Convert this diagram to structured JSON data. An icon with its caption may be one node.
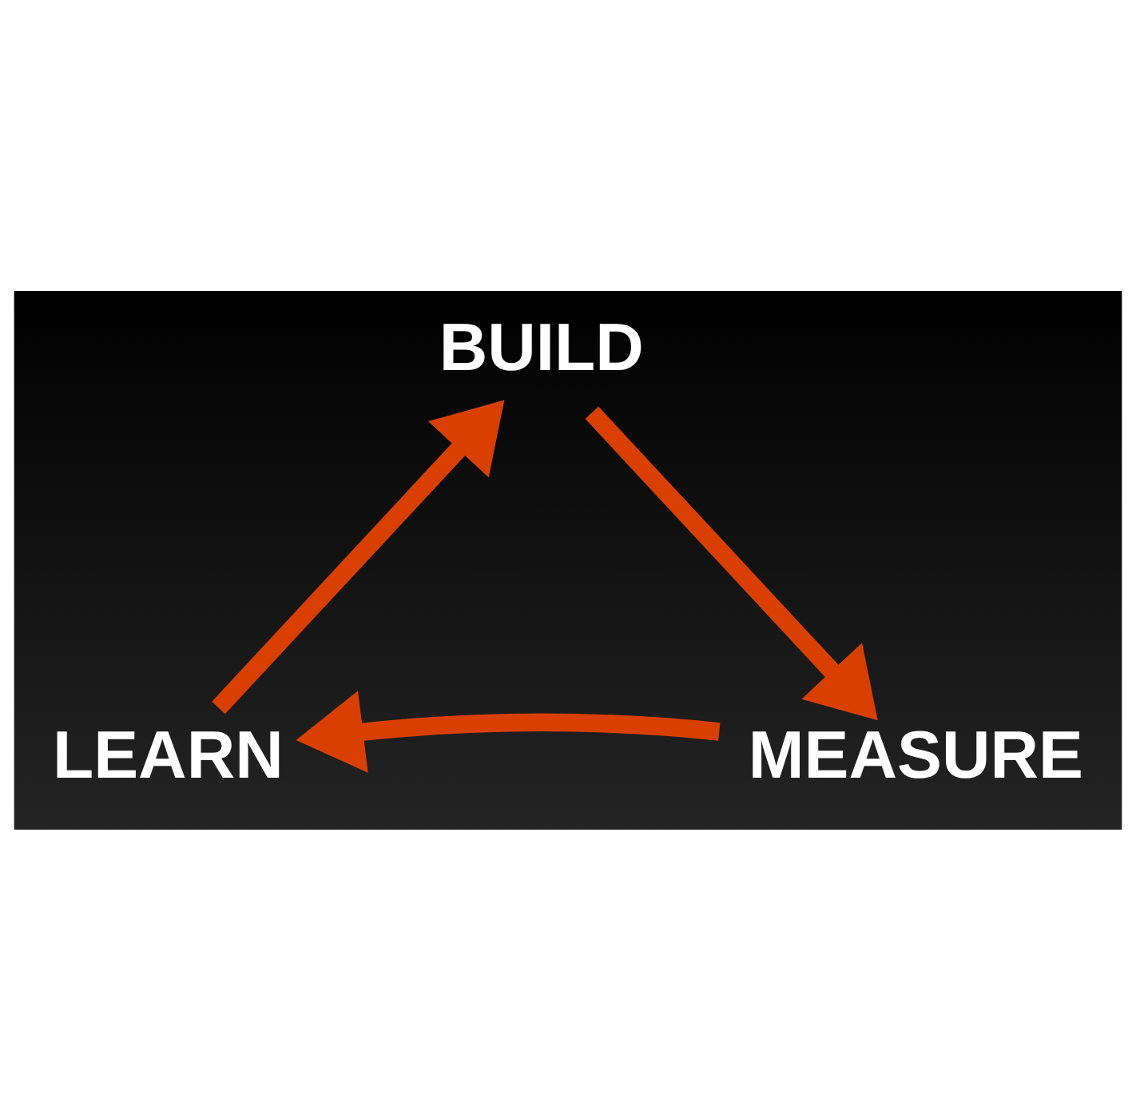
{
  "diagram": {
    "nodes": [
      {
        "text": [
          "BUILD"
        ]
      },
      {
        "text": [
          "LEARN"
        ]
      },
      {
        "text": [
          "MEASURE"
        ]
      }
    ],
    "edges": [
      {
        "from": 0,
        "to": 2,
        "arrow": "to"
      },
      {
        "from": 2,
        "to": 1,
        "arrow": "to"
      },
      {
        "from": 1,
        "to": 0,
        "arrow": "to"
      }
    ]
  }
}
